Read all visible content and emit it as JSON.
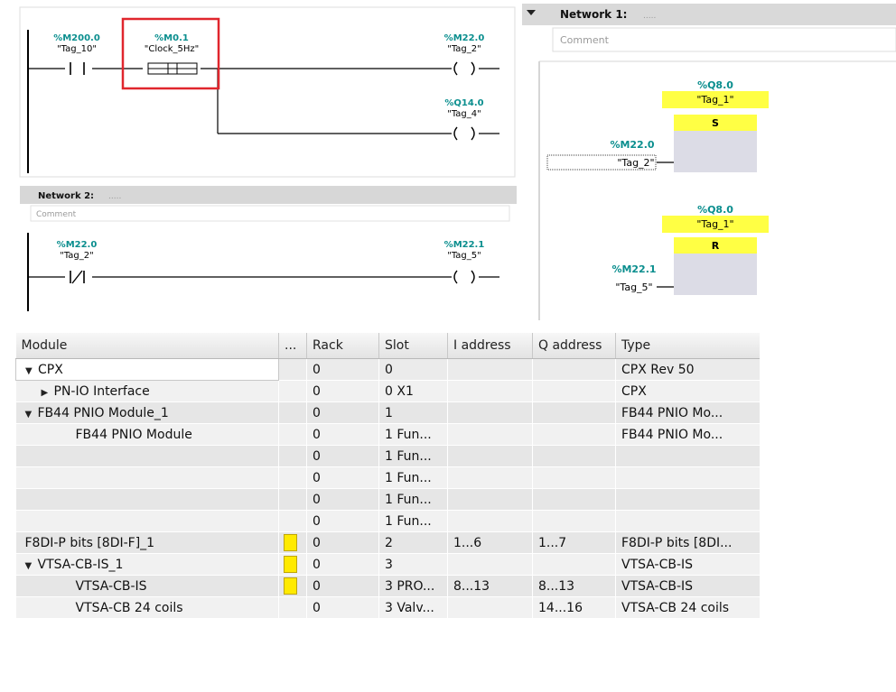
{
  "network1_left": {
    "contacts": [
      {
        "addr": "%M200.0",
        "tag": "\"Tag_10\""
      },
      {
        "addr": "%M0.1",
        "tag": "\"Clock_5Hz\""
      }
    ],
    "coils": [
      {
        "addr": "%M22.0",
        "tag": "\"Tag_2\""
      },
      {
        "addr": "%Q14.0",
        "tag": "\"Tag_4\""
      }
    ]
  },
  "network2_left": {
    "header": "Network 2:",
    "header_dots": ".....",
    "comment": "Comment",
    "contact": {
      "addr": "%M22.0",
      "tag": "\"Tag_2\""
    },
    "coil": {
      "addr": "%M22.1",
      "tag": "\"Tag_5\""
    }
  },
  "network1_right": {
    "header": "Network 1:",
    "header_dots": ".....",
    "comment": "Comment",
    "set_box": {
      "addr": "%Q8.0",
      "tag": "\"Tag_1\"",
      "pin": "S",
      "input_addr": "%M22.0",
      "input_tag": "\"Tag_2\""
    },
    "reset_box": {
      "addr": "%Q8.0",
      "tag": "\"Tag_1\"",
      "pin": "R",
      "input_addr": "%M22.1",
      "input_tag": "\"Tag_5\""
    }
  },
  "table": {
    "headers": {
      "module": "Module",
      "dots": "...",
      "rack": "Rack",
      "slot": "Slot",
      "iaddr": "I address",
      "qaddr": "Q address",
      "type": "Type"
    },
    "rows": [
      {
        "module": "CPX",
        "rack": "0",
        "slot": "0",
        "iaddr": "",
        "qaddr": "",
        "type": "CPX Rev 50"
      },
      {
        "module": "PN-IO Interface",
        "rack": "0",
        "slot": "0 X1",
        "iaddr": "",
        "qaddr": "",
        "type": "CPX"
      },
      {
        "module": "FB44 PNIO Module_1",
        "rack": "0",
        "slot": "1",
        "iaddr": "",
        "qaddr": "",
        "type": "FB44 PNIO Mo..."
      },
      {
        "module": "FB44 PNIO Module",
        "rack": "0",
        "slot": "1 Fun...",
        "iaddr": "",
        "qaddr": "",
        "type": "FB44 PNIO Mo..."
      },
      {
        "module": "",
        "rack": "0",
        "slot": "1 Fun...",
        "iaddr": "",
        "qaddr": "",
        "type": ""
      },
      {
        "module": "",
        "rack": "0",
        "slot": "1 Fun...",
        "iaddr": "",
        "qaddr": "",
        "type": ""
      },
      {
        "module": "",
        "rack": "0",
        "slot": "1 Fun...",
        "iaddr": "",
        "qaddr": "",
        "type": ""
      },
      {
        "module": "",
        "rack": "0",
        "slot": "1 Fun...",
        "iaddr": "",
        "qaddr": "",
        "type": ""
      },
      {
        "module": "F8DI-P bits [8DI-F]_1",
        "rack": "0",
        "slot": "2",
        "iaddr": "1...6",
        "qaddr": "1...7",
        "type": "F8DI-P bits [8DI..."
      },
      {
        "module": "VTSA-CB-IS_1",
        "rack": "0",
        "slot": "3",
        "iaddr": "",
        "qaddr": "",
        "type": "VTSA-CB-IS"
      },
      {
        "module": "VTSA-CB-IS",
        "rack": "0",
        "slot": "3 PRO...",
        "iaddr": "8...13",
        "qaddr": "8...13",
        "type": "VTSA-CB-IS"
      },
      {
        "module": "VTSA-CB 24 coils",
        "rack": "0",
        "slot": "3 Valv...",
        "iaddr": "",
        "qaddr": "14...16",
        "type": "VTSA-CB 24 coils"
      }
    ]
  },
  "colors": {
    "address_teal": "#0a8e8e",
    "highlight_red": "#e0262d",
    "fb_yellow": "#ffff44",
    "fb_body": "#dcdce6"
  }
}
